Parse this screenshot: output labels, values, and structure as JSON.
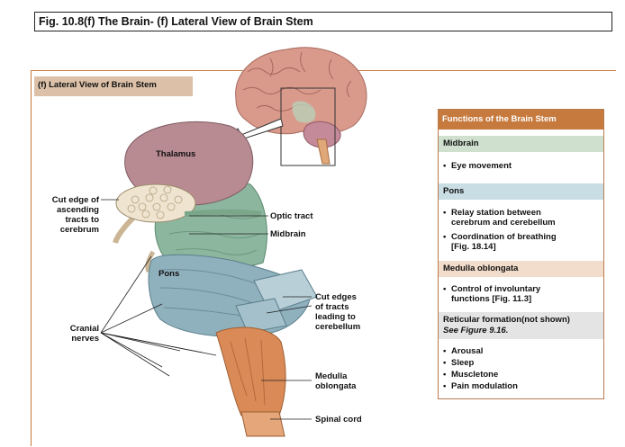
{
  "title": "Fig. 10.8(f) The Brain- (f) Lateral View of Brain Stem",
  "panel_label": "(f) Lateral View of Brain Stem",
  "labels": {
    "thalamus": "Thalamus",
    "cut_edge": [
      "Cut edge of",
      "ascending",
      "tracts to",
      "cerebrum"
    ],
    "optic_tract": "Optic tract",
    "midbrain": "Midbrain",
    "pons": "Pons",
    "cut_edges_cerebellum": [
      "Cut edges",
      "of tracts",
      "leading to",
      "cerebellum"
    ],
    "cranial_nerves": [
      "Cranial",
      "nerves"
    ],
    "medulla": [
      "Medulla",
      "oblongata"
    ],
    "spinal_cord": "Spinal cord"
  },
  "functions": {
    "header": "Functions of the Brain Stem",
    "midbrain": {
      "title": "Midbrain",
      "items": [
        "Eye movement"
      ]
    },
    "pons": {
      "title": "Pons",
      "items": [
        [
          "Relay station between",
          "cerebrum and cerebellum"
        ],
        [
          "Coordination of breathing",
          "[Fig. 18.14]"
        ]
      ]
    },
    "medulla": {
      "title": "Medulla oblongata",
      "items": [
        [
          "Control of involuntary",
          "functions [Fig. 11.3]"
        ]
      ]
    },
    "reticular": {
      "title": "Reticular formation(not shown)",
      "subtitle": "See Figure 9.16.",
      "items": [
        "Arousal",
        "Sleep",
        "Muscletone",
        "Pain modulation"
      ]
    },
    "bullet": "•"
  },
  "colors": {
    "accent": "#c77a3e",
    "midbrain_bar": "#cfe0cf",
    "pons_bar": "#c9dde4",
    "medulla_bar": "#f2dccb",
    "reticular_bar": "#e4e4e4",
    "thalamus": "#b88b92",
    "midbrain_tissue": "#8cb69e",
    "pons_tissue": "#8fb0bd",
    "medulla_tissue": "#d98a56"
  }
}
